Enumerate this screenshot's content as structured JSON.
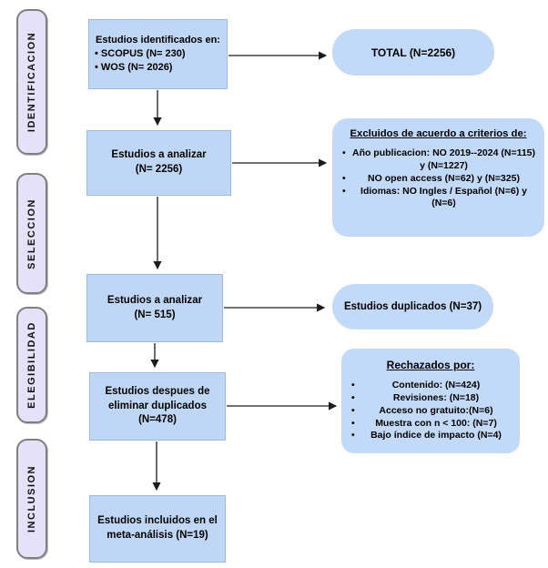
{
  "colors": {
    "node_fill": "#BFD7F4",
    "side_node_fill": "#C2D9F8",
    "sidebar_fill": "#E4E1F8",
    "sidebar_border": "#7F7F7F",
    "arrow": "#1C1C1C"
  },
  "sidebar": {
    "stages": [
      {
        "label": "IDENTIFICACION"
      },
      {
        "label": "SELECCION"
      },
      {
        "label": "ELEGIBILIDAD"
      },
      {
        "label": "INCLUSION"
      }
    ]
  },
  "flow": {
    "identified": {
      "title": "Estudios identificados en:",
      "items": [
        "SCOPUS (N= 230)",
        "WOS (N= 2026)"
      ]
    },
    "analyze_2256": {
      "line1": "Estudios a analizar",
      "line2": "(N= 2256)"
    },
    "analyze_515": {
      "line1": "Estudios a analizar",
      "line2": "(N= 515)"
    },
    "after_duplicates": {
      "line1": "Estudios despues de eliminar duplicados",
      "line2": "(N=478)"
    },
    "included": {
      "line1": "Estudios incluidos en el",
      "line2": "meta-análisis (N=19)"
    }
  },
  "side": {
    "total": {
      "label": "TOTAL (N=2256)"
    },
    "excluded": {
      "title": "Excluidos de acuerdo a criterios de:",
      "items": [
        "Año publicacion: NO 2019--2024 (N=115) y (N=1227)",
        "NO open access (N=62) y (N=325)",
        "Idiomas: NO Ingles / Español (N=6) y (N=6)"
      ]
    },
    "duplicates": {
      "label": "Estudios duplicados (N=37)"
    },
    "rejected": {
      "title": "Rechazados por:",
      "items": [
        "Contenido: (N=424)",
        "Revisiones: (N=18)",
        "Acceso no gratuito:(N=6)",
        "Muestra con n < 100: (N=7)",
        "Bajo índice de impacto (N=4)"
      ]
    }
  }
}
